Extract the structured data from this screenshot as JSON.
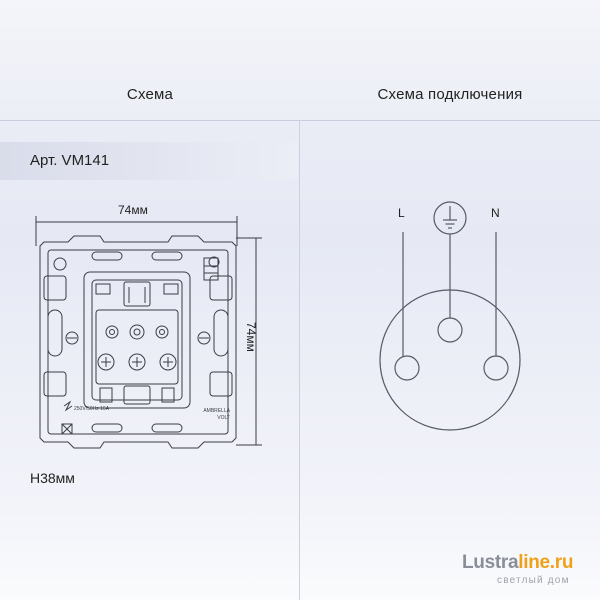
{
  "header": {
    "left_title": "Схема",
    "right_title": "Схема подключения"
  },
  "product": {
    "article": "Арт. VM141",
    "width_dim": "74мм",
    "height_dim": "74мм",
    "depth": "H38мм",
    "engraving_rating": "250V/50Hz 16A",
    "engraving_brand": "AMBRELLA VOLT"
  },
  "wiring": {
    "live_label": "L",
    "neutral_label": "N"
  },
  "watermark": {
    "brand_main": "Lustra",
    "brand_accent": "line.ru",
    "brand_sub": "светлый дом"
  },
  "colors": {
    "accent": "#f0a11a",
    "line": "#555a66"
  }
}
